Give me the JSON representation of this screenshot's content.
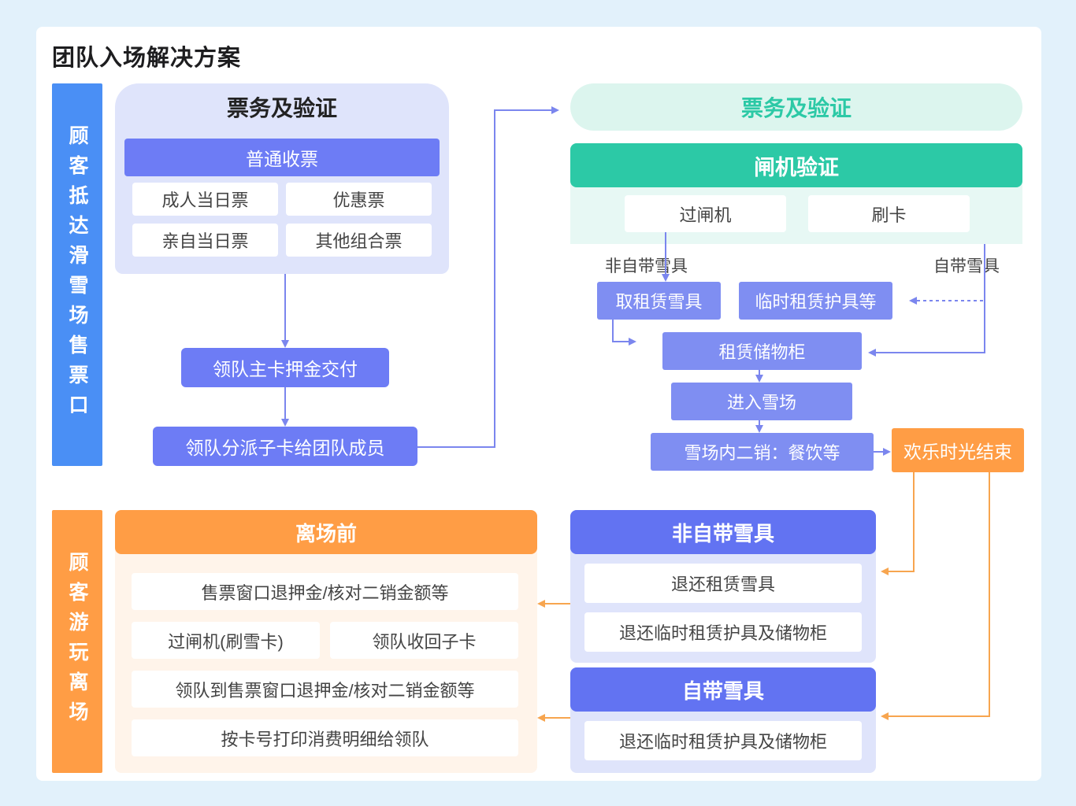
{
  "title": "团队入场解决方案",
  "side_labels": {
    "arrive": "顾客抵达滑雪场售票口",
    "leave": "顾客游玩离场"
  },
  "ticketing_left": {
    "header": "票务及验证",
    "sub_header": "普通收票",
    "tickets": [
      "成人当日票",
      "优惠票",
      "亲自当日票",
      "其他组合票"
    ],
    "step1": "领队主卡押金交付",
    "step2": "领队分派子卡给团队成员"
  },
  "ticketing_right": {
    "header": "票务及验证",
    "gate_header": "闸机验证",
    "gate_items": [
      "过闸机",
      "刷卡"
    ],
    "label_no_gear": "非自带雪具",
    "label_own_gear": "自带雪具",
    "rent_gear": "取租赁雪具",
    "rent_protect": "临时租赁护具等",
    "locker": "租赁储物柜",
    "enter": "进入雪场",
    "secondary": "雪场内二销：餐饮等",
    "end": "欢乐时光结束"
  },
  "return_no_gear": {
    "header": "非自带雪具",
    "items": [
      "退还租赁雪具",
      "退还临时租赁护具及储物柜"
    ]
  },
  "return_own_gear": {
    "header": "自带雪具",
    "items": [
      "退还临时租赁护具及储物柜"
    ]
  },
  "before_leave": {
    "header": "离场前",
    "items": [
      "售票窗口退押金/核对二销金额等",
      "过闸机(刷雪卡)",
      "领队收回子卡",
      "领队到售票窗口退押金/核对二销金额等",
      "按卡号打印消费明细给领队"
    ]
  },
  "colors": {
    "blue_label": "#4a8ff5",
    "orange": "#ff9d45",
    "purple": "#6d7cf5",
    "teal": "#2cc9a6",
    "arrow_blue": "#7b86ee",
    "arrow_orange": "#f7a54f"
  }
}
